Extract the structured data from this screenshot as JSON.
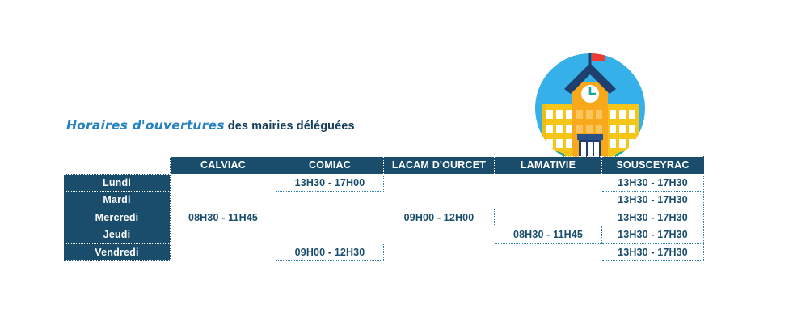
{
  "title": {
    "accent": "Horaires d'ouvertures",
    "rest": " des mairies déléguées"
  },
  "colors": {
    "navy": "#1a4d6b",
    "accent_blue": "#2581bf",
    "cell_border": "#2d7fb0",
    "illustration_sky": "#35b0e8",
    "illustration_building": "#f5c518",
    "illustration_tower": "#f7a81b",
    "illustration_roof": "#1f3f6e",
    "illustration_flag": "#ee3b33",
    "illustration_bush": "#18a89a"
  },
  "illustration": {
    "name": "town-hall-building-icon",
    "clock_label": "clock"
  },
  "table": {
    "corner_label": "",
    "columns": [
      "CALVIAC",
      "COMIAC",
      "LACAM D'OURCET",
      "LAMATIVIE",
      "SOUSCEYRAC"
    ],
    "rows": [
      {
        "day": "Lundi",
        "slots": [
          "",
          "13H30 - 17H00",
          "",
          "",
          "13H30 - 17H30"
        ]
      },
      {
        "day": "Mardi",
        "slots": [
          "",
          "",
          "",
          "",
          "13H30 - 17H30"
        ]
      },
      {
        "day": "Mercredi",
        "slots": [
          "08H30 - 11H45",
          "",
          "09H00 - 12H00",
          "",
          "13H30 - 17H30"
        ]
      },
      {
        "day": "Jeudi",
        "slots": [
          "",
          "",
          "",
          "08H30 - 11H45",
          "13H30 - 17H30"
        ]
      },
      {
        "day": "Vendredi",
        "slots": [
          "",
          "09H00 - 12H30",
          "",
          "",
          "13H30 - 17H30"
        ]
      }
    ]
  }
}
